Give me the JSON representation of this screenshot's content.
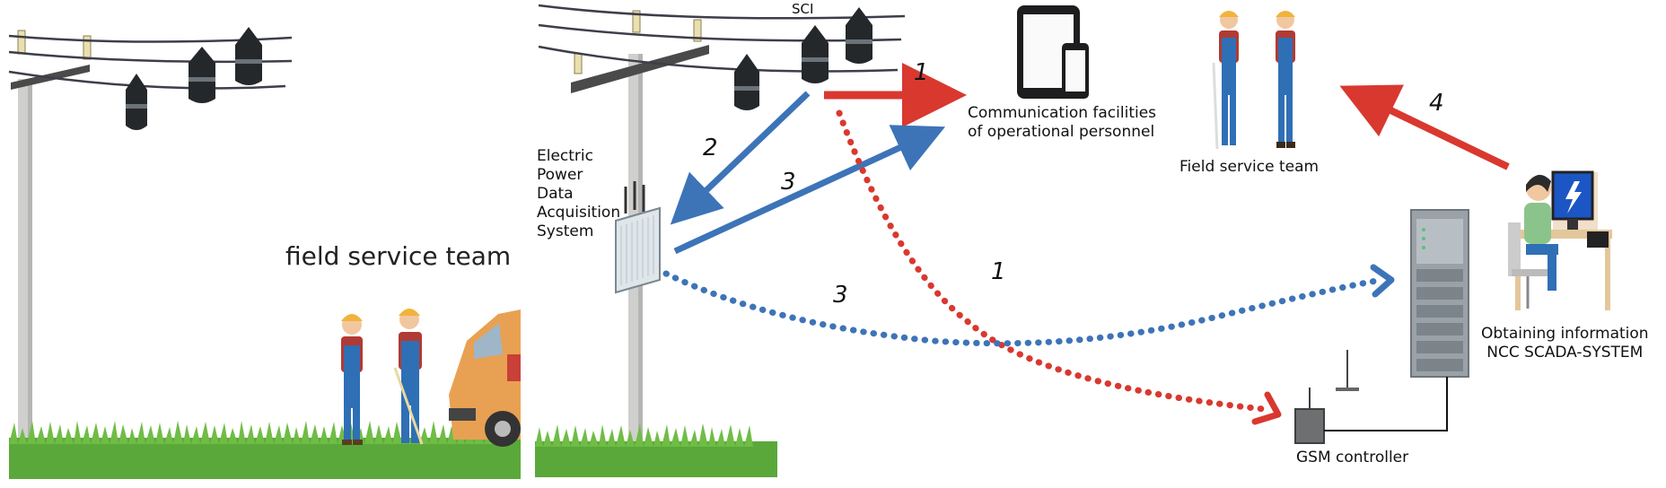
{
  "left_panel": {
    "caption": "field service team"
  },
  "right_panel": {
    "labels": {
      "sci": "SCI",
      "communication": "Communication facilities\nof operational personnel",
      "field_team": "Field service team",
      "data_acquisition": "Electric\nPower\nData\nAcquisition\nSystem",
      "ncc": "Obtaining information\nNCC SCADA-SYSTEM",
      "gsm": "GSM controller"
    },
    "arrow_numbers": {
      "a1_top": "1",
      "a2": "2",
      "a3_top": "3",
      "a3_dotted": "3",
      "a1_dotted": "1",
      "a4": "4"
    }
  },
  "colors": {
    "red_arrow": "#d9382f",
    "blue_arrow": "#3d74b8",
    "pole": "#cfd0cd",
    "grass": "#5aa83a",
    "vest": "#2f6fb5",
    "helmet": "#f2b33b"
  },
  "icons": [
    "utility-pole-icon",
    "fault-indicator-icon",
    "tablet-icon",
    "phone-icon",
    "worker-icon",
    "van-icon",
    "server-rack-icon",
    "operator-icon",
    "gsm-modem-icon",
    "data-logger-icon"
  ]
}
